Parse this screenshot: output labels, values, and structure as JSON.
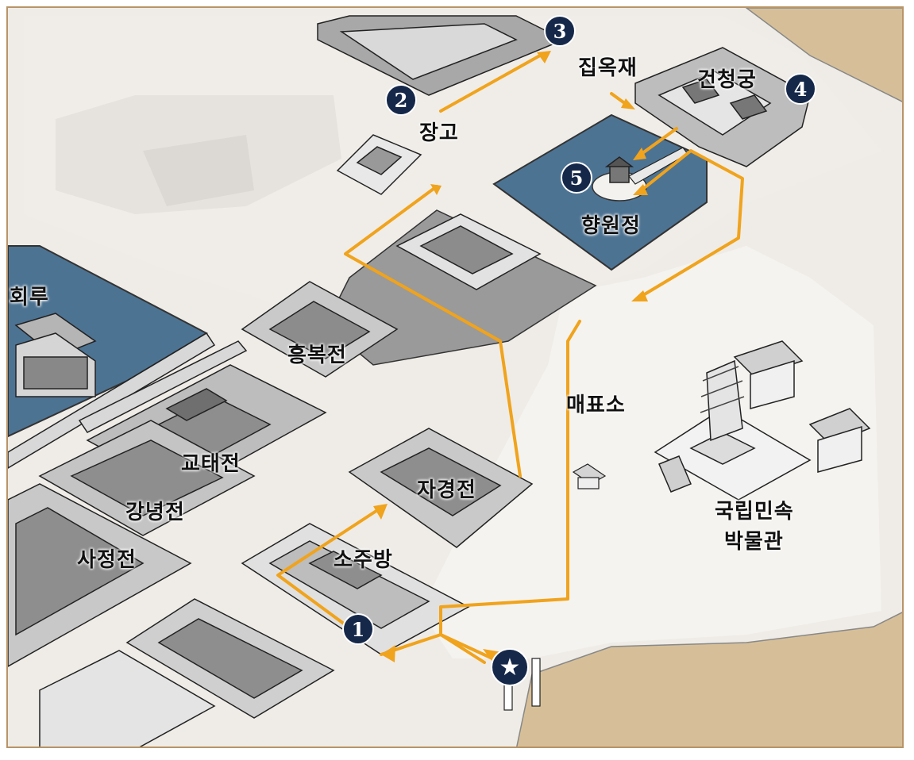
{
  "map": {
    "colors": {
      "frame": "#b89467",
      "ground": "#efece7",
      "ground_light": "#f6f4f0",
      "pond": "#4d7393",
      "sand": "#d6bf98",
      "roof_gray": "#9a9a9a",
      "route": "#f0a31c",
      "marker": "#15284a"
    },
    "labels": {
      "jipokjae": "집옥재",
      "geoncheonggung": "건청궁",
      "janggo": "장고",
      "hyangwonjeong": "향원정",
      "hoeru": "회루",
      "heungbokjeon": "흥복전",
      "maepyoso": "매표소",
      "gyotaejeon": "교태전",
      "jagyeongjeon": "자경전",
      "gangnyeongjeon": "강녕전",
      "sojubang": "소주방",
      "sajeongjeon": "사정전",
      "museum_line1": "국립민속",
      "museum_line2": "박물관"
    },
    "markers": {
      "m1": "1",
      "m2": "2",
      "m3": "3",
      "m4": "4",
      "m5": "5",
      "start": "★"
    }
  }
}
